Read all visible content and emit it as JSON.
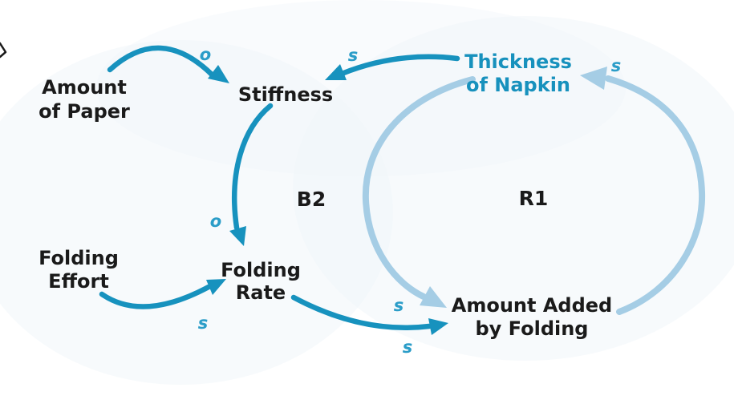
{
  "diagram": {
    "nodes": {
      "amount_of_paper": {
        "line1": "Amount",
        "line2": "of Paper"
      },
      "stiffness": {
        "line1": "Stiffness"
      },
      "folding_effort": {
        "line1": "Folding",
        "line2": "Effort"
      },
      "folding_rate": {
        "line1": "Folding",
        "line2": "Rate"
      },
      "thickness_of_napkin": {
        "line1": "Thickness",
        "line2": "of Napkin"
      },
      "amount_added_by_folding": {
        "line1": "Amount Added",
        "line2": "by Folding"
      }
    },
    "loops": {
      "b2": {
        "label": "B2"
      },
      "r1": {
        "label": "R1"
      }
    },
    "links": [
      {
        "from": "Amount of Paper",
        "to": "Stiffness",
        "polarity": "o",
        "style": "dark"
      },
      {
        "from": "Thickness of Napkin",
        "to": "Stiffness",
        "polarity": "s",
        "style": "dark"
      },
      {
        "from": "Stiffness",
        "to": "Folding Rate",
        "polarity": "o",
        "style": "dark"
      },
      {
        "from": "Folding Effort",
        "to": "Folding Rate",
        "polarity": "s",
        "style": "dark"
      },
      {
        "from": "Folding Rate",
        "to": "Amount Added by Folding",
        "polarity": "s",
        "style": "dark"
      },
      {
        "from": "Thickness of Napkin",
        "to": "Amount Added by Folding",
        "polarity": "s",
        "style": "light"
      },
      {
        "from": "Amount Added by Folding",
        "to": "Thickness of Napkin",
        "polarity": "s",
        "style": "light"
      }
    ],
    "colors": {
      "arrow_dark": "#1792be",
      "arrow_light": "#a5cde5",
      "polarity_label": "#2b9dc8",
      "node_text": "#1a1a1a",
      "node_text_accent": "#1791bd",
      "background": "#ffffff",
      "background_tint": "#f0f6fa"
    }
  }
}
